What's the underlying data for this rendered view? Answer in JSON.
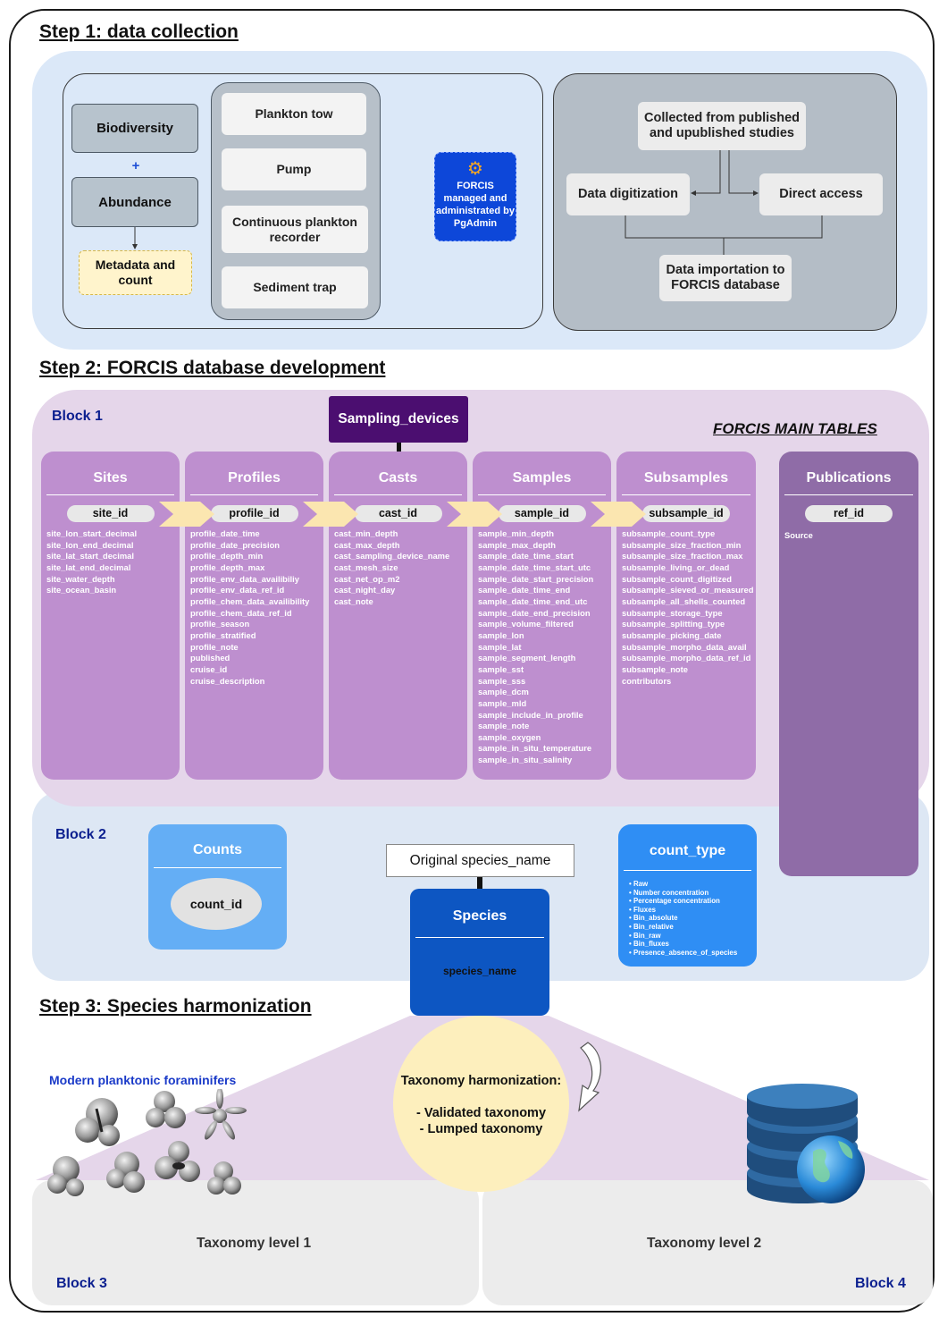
{
  "steps": {
    "step1": "Step 1: data collection",
    "step2": "Step 2: FORCIS database development",
    "step3": "Step 3: Species harmonization"
  },
  "step1": {
    "biodiversity": "Biodiversity",
    "plus": "+",
    "abundance": "Abundance",
    "metadata": "Metadata and count",
    "devices": [
      "Plankton tow",
      "Pump",
      "Continuous plankton recorder",
      "Sediment trap"
    ],
    "forcis_badge": "FORCIS managed and administrated by PgAdmin",
    "collected": "Collected from published and upublished studies",
    "digitization": "Data digitization",
    "direct_access": "Direct access",
    "importation": "Data importation to FORCIS database"
  },
  "step2": {
    "block1_label": "Block 1",
    "block2_label": "Block 2",
    "main_tables_title": "FORCIS MAIN TABLES",
    "sampling_devices": "Sampling_devices",
    "tables": {
      "sites": {
        "title": "Sites",
        "key": "site_id",
        "fields": [
          "site_lon_start_decimal",
          "site_lon_end_decimal",
          "site_lat_start_decimal",
          "site_lat_end_decimal",
          "site_water_depth",
          "site_ocean_basin"
        ]
      },
      "profiles": {
        "title": "Profiles",
        "key": "profile_id",
        "fields": [
          "profile_date_time",
          "profile_date_precision",
          "profile_depth_min",
          "profile_depth_max",
          "profile_env_data_availibiliy",
          "profile_env_data_ref_id",
          "profile_chem_data_availibility",
          "profile_chem_data_ref_id",
          "profile_season",
          "profile_stratified",
          "profile_note",
          "published",
          "cruise_id",
          "cruise_description"
        ]
      },
      "casts": {
        "title": "Casts",
        "key": "cast_id",
        "fields": [
          "cast_min_depth",
          "cast_max_depth",
          "cast_sampling_device_name",
          "cast_mesh_size",
          "cast_net_op_m2",
          "cast_night_day",
          "cast_note"
        ]
      },
      "samples": {
        "title": "Samples",
        "key": "sample_id",
        "fields": [
          "sample_min_depth",
          "sample_max_depth",
          "sample_date_time_start",
          "sample_date_time_start_utc",
          "sample_date_start_precision",
          "sample_date_time_end",
          "sample_date_time_end_utc",
          "sample_date_end_precision",
          "sample_volume_filtered",
          "sample_lon",
          "sample_lat",
          "sample_segment_length",
          "sample_sst",
          "sample_sss",
          "sample_dcm",
          "sample_mld",
          "sample_include_in_profile",
          "sample_note",
          "sample_oxygen",
          "sample_in_situ_temperature",
          "sample_in_situ_salinity"
        ]
      },
      "subsamples": {
        "title": "Subsamples",
        "key": "subsample_id",
        "fields": [
          "subsample_count_type",
          "subsample_size_fraction_min",
          "subsample_size_fraction_max",
          "subsample_living_or_dead",
          "subsample_count_digitized",
          "subsample_sieved_or_measured",
          "subsample_all_shells_counted",
          "subsample_storage_type",
          "subsample_splitting_type",
          "subsample_picking_date",
          "subsample_morpho_data_avail",
          "subsample_morpho_data_ref_id",
          "subsample_note",
          "contributors"
        ]
      },
      "publications": {
        "title": "Publications",
        "key": "ref_id",
        "fields": [
          "Source"
        ]
      }
    },
    "counts": {
      "title": "Counts",
      "key": "count_id"
    },
    "original_species": "Original species_name",
    "species": {
      "title": "Species",
      "key": "species_name"
    },
    "count_type": {
      "title": "count_type",
      "items": [
        "Raw",
        "Number concentration",
        "Percentage concentration",
        "Fluxes",
        "Bin_absolute",
        "Bin_relative",
        "Bin_raw",
        "Bin_fluxes",
        "Presence_absence_of_species"
      ]
    }
  },
  "step3": {
    "modern_label": "Modern planktonic foraminifers",
    "harmonization_title": "Taxonomy harmonization:",
    "harmonization_items": [
      "- Validated taxonomy",
      "- Lumped taxonomy"
    ],
    "level1": "Taxonomy level 1",
    "level2": "Taxonomy level 2",
    "block3": "Block 3",
    "block4": "Block 4"
  },
  "colors": {
    "step1_bg": "#dbe8f8",
    "block1_bg": "#e5d6ea",
    "block2_bg": "#dde7f4",
    "table_card": "#be8fcf",
    "publications_card": "#8f6ca7",
    "sampling_devices": "#4b0e70",
    "species_card": "#0d56c2",
    "forcis_badge": "#0d47d9",
    "harmonization_circle": "#fdefbd"
  },
  "icons": [
    "gear-icon",
    "arrow-chevron-icon",
    "curved-arrow-icon",
    "database-globe-icon",
    "foraminifera-images"
  ]
}
